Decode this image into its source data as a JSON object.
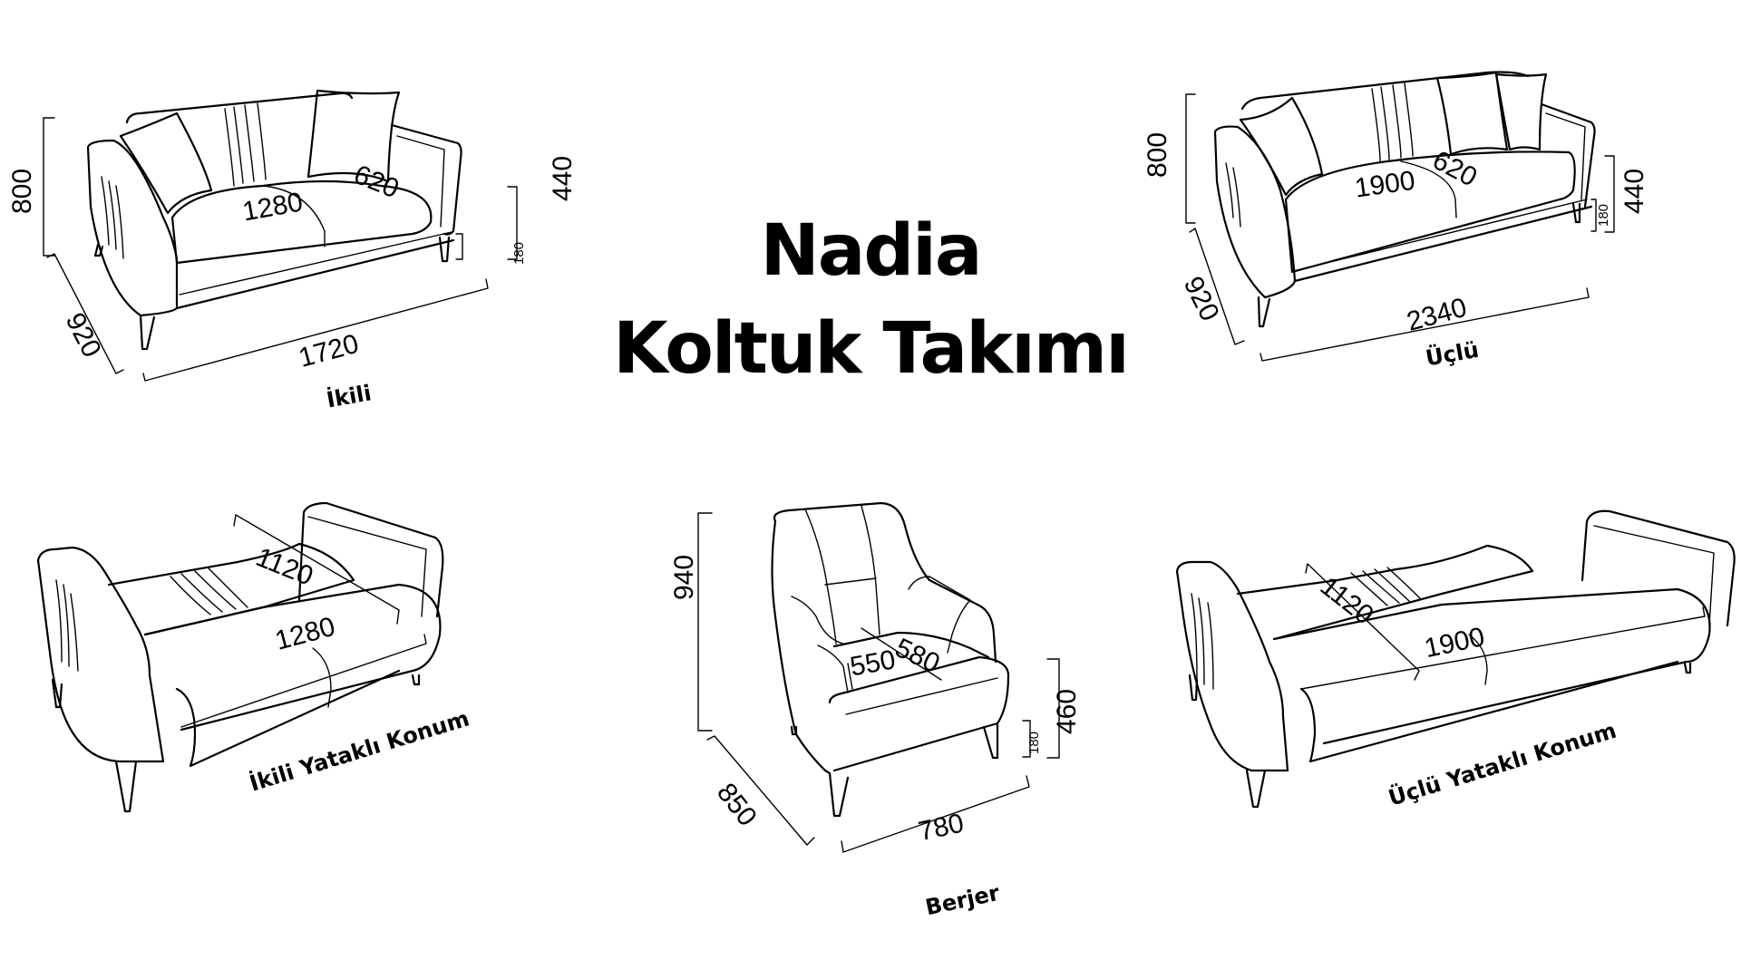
{
  "title": {
    "line1": "Nadia",
    "line2": "Koltuk Takımı"
  },
  "units": "mm",
  "views": {
    "ikili": {
      "caption": "İkili",
      "dimensions": {
        "height": "800",
        "depth": "920",
        "width": "1720",
        "seat_width": "1280",
        "seat_depth": "620",
        "seat_height": "440",
        "leg_height": "180"
      }
    },
    "uclu": {
      "caption": "Üçlü",
      "dimensions": {
        "height": "800",
        "depth": "920",
        "width": "2340",
        "seat_width": "1900",
        "seat_depth": "620",
        "seat_height": "440",
        "leg_height": "180"
      }
    },
    "ikili_yatakli": {
      "caption": "İkili Yataklı Konum",
      "dimensions": {
        "bed_length": "1120",
        "bed_width": "1280"
      }
    },
    "berjer": {
      "caption": "Berjer",
      "dimensions": {
        "height": "940",
        "depth": "850",
        "width": "780",
        "seat_width": "550",
        "seat_depth": "580",
        "seat_height": "460",
        "leg_height": "180"
      }
    },
    "uclu_yatakli": {
      "caption": "Üçlü Yataklı Konum",
      "dimensions": {
        "bed_length": "1120",
        "bed_width": "1900"
      }
    }
  }
}
